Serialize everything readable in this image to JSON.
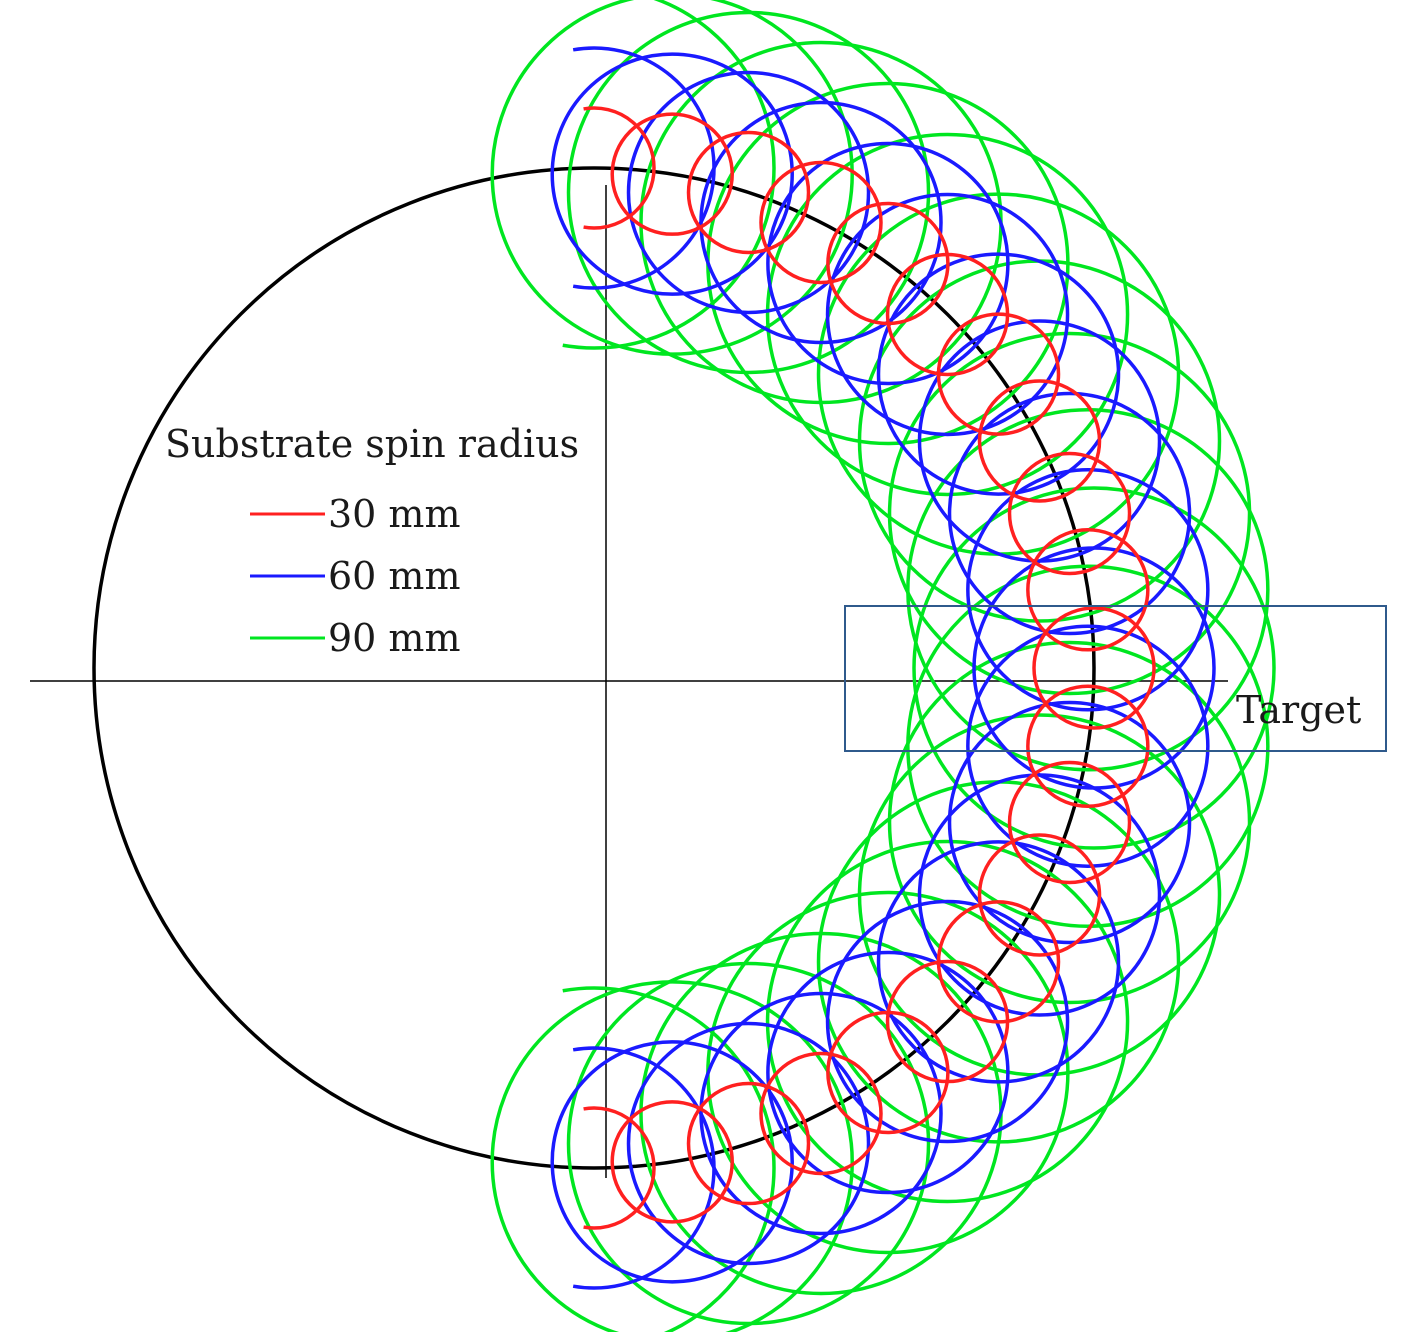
{
  "legend": {
    "title": "Substrate spin radius",
    "items": [
      {
        "label": "30 mm",
        "radius_mm": 30,
        "color": "#ff2020"
      },
      {
        "label": "60 mm",
        "radius_mm": 60,
        "color": "#1a1aff"
      },
      {
        "label": "90 mm",
        "radius_mm": 90,
        "color": "#00e620"
      }
    ]
  },
  "target": {
    "label": "Target",
    "border_color": "#2f5a8c"
  },
  "colors": {
    "orbit": "#000000",
    "axes": "#000000",
    "spin_30": "#ff2020",
    "spin_60": "#1a1aff",
    "spin_90": "#00e620"
  }
}
